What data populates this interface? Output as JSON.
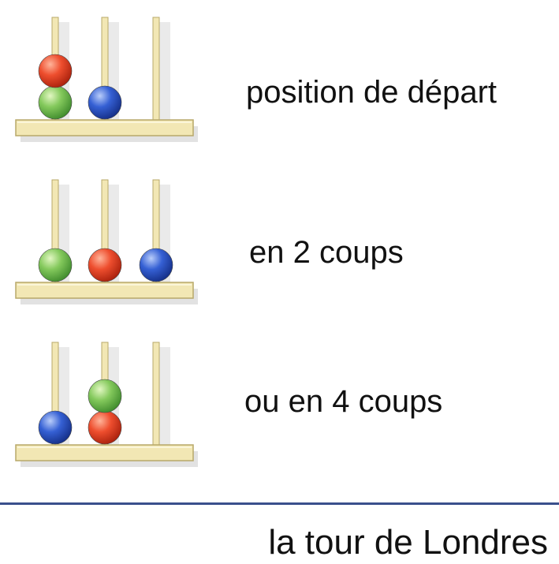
{
  "title": "la tour de Londres",
  "colors": {
    "red": "#e8442a",
    "green": "#7cc35a",
    "blue": "#2f57c9",
    "wood": "#f2e7b4",
    "wood_edge": "#b8a86a",
    "divider": "#3a4f8c"
  },
  "states": [
    {
      "caption": "position de départ",
      "pegs": [
        [
          "green",
          "red"
        ],
        [
          "blue"
        ],
        []
      ]
    },
    {
      "caption": "en 2 coups",
      "pegs": [
        [
          "green"
        ],
        [
          "red"
        ],
        [
          "blue"
        ]
      ]
    },
    {
      "caption": "ou en 4 coups",
      "pegs": [
        [
          "blue"
        ],
        [
          "red",
          "green"
        ],
        []
      ]
    }
  ]
}
